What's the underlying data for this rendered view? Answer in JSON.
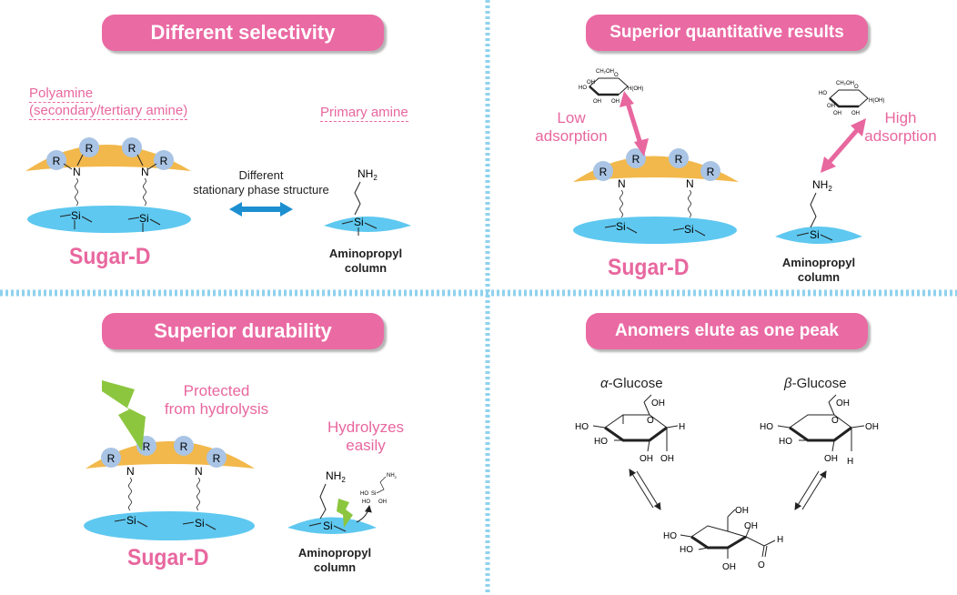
{
  "panels": {
    "selectivity": {
      "title": "Different selectivity",
      "polyamine_line1": "Polyamine",
      "polyamine_line2": "(secondary/tertiary amine)",
      "primary_amine": "Primary amine",
      "diff_line1": "Different",
      "diff_line2": "stationary phase structure",
      "sugar_d": "Sugar-D",
      "amino_line1": "Aminopropyl",
      "amino_line2": "column"
    },
    "quantitative": {
      "title": "Superior quantitative results",
      "low_line1": "Low",
      "low_line2": "adsorption",
      "high_line1": "High",
      "high_line2": "adsorption",
      "sugar_d": "Sugar-D",
      "amino_line1": "Aminopropyl",
      "amino_line2": "column"
    },
    "durability": {
      "title": "Superior durability",
      "protected_line1": "Protected",
      "protected_line2": "from hydrolysis",
      "hydro_line1": "Hydrolyzes",
      "hydro_line2": "easily",
      "sugar_d": "Sugar-D",
      "amino_line1": "Aminopropyl",
      "amino_line2": "column"
    },
    "anomers": {
      "title": "Anomers elute as one peak",
      "alpha_symbol": "α",
      "alpha_name": "-Glucose",
      "beta_symbol": "β",
      "beta_name": "-Glucose"
    }
  },
  "chem": {
    "R": "R",
    "N": "N",
    "Si": "Si",
    "NH2": "NH",
    "sub2": "2",
    "OH": "OH",
    "HO": "HO",
    "H": "H",
    "O": "O",
    "CH2OH": "CH₂OH",
    "HOH": "H(OH)"
  },
  "colors": {
    "pink": "#ea6aa3",
    "orange": "#f2b84b",
    "blue": "#5ec8f0",
    "circle": "#a9c4e4",
    "arrow_blue": "#1c8fd0",
    "bolt": "#8cc63f",
    "divider": "#8fd2ee"
  }
}
